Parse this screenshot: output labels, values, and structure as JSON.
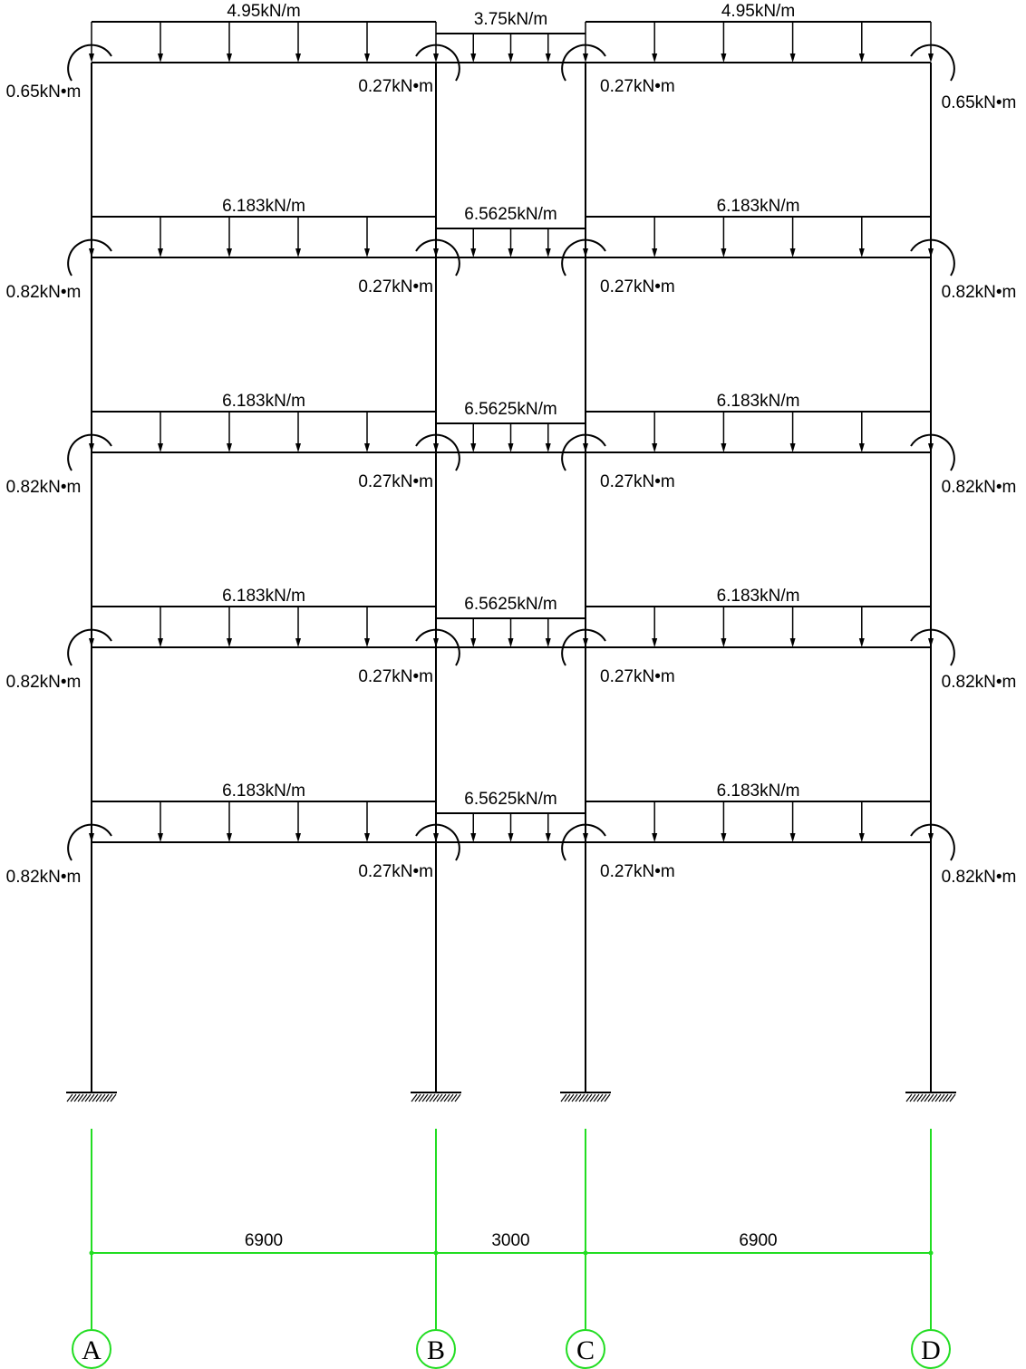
{
  "frame": {
    "stories": [
      {
        "side_load": "4.95kN/m",
        "mid_load": "3.75kN/m",
        "moment_outer": "0.65kN•m",
        "moment_inner": "0.27kN•m"
      },
      {
        "side_load": "6.183kN/m",
        "mid_load": "6.5625kN/m",
        "moment_outer": "0.82kN•m",
        "moment_inner": "0.27kN•m"
      },
      {
        "side_load": "6.183kN/m",
        "mid_load": "6.5625kN/m",
        "moment_outer": "0.82kN•m",
        "moment_inner": "0.27kN•m"
      },
      {
        "side_load": "6.183kN/m",
        "mid_load": "6.5625kN/m",
        "moment_outer": "0.82kN•m",
        "moment_inner": "0.27kN•m"
      },
      {
        "side_load": "6.183kN/m",
        "mid_load": "6.5625kN/m",
        "moment_outer": "0.82kN•m",
        "moment_inner": "0.27kN•m"
      }
    ]
  },
  "dimensions": [
    "6900",
    "3000",
    "6900"
  ],
  "axes": [
    "A",
    "B",
    "C",
    "D"
  ],
  "colors": {
    "frame": "#000000",
    "grid": "#22dd22"
  }
}
